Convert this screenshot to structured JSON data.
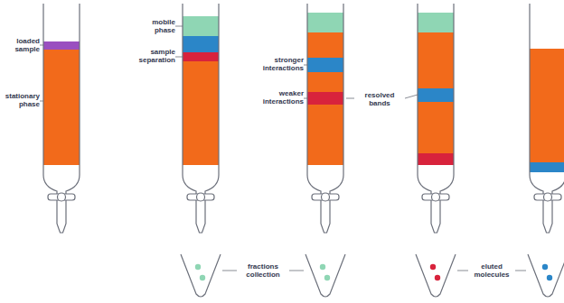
{
  "diagram": {
    "labels": [
      "loaded sample",
      "stationary phase",
      "mobile phase",
      "sample separation",
      "stronger interactions",
      "weaker interactions",
      "resolved bands",
      "fractions collection",
      "eluted molecules"
    ]
  }
}
